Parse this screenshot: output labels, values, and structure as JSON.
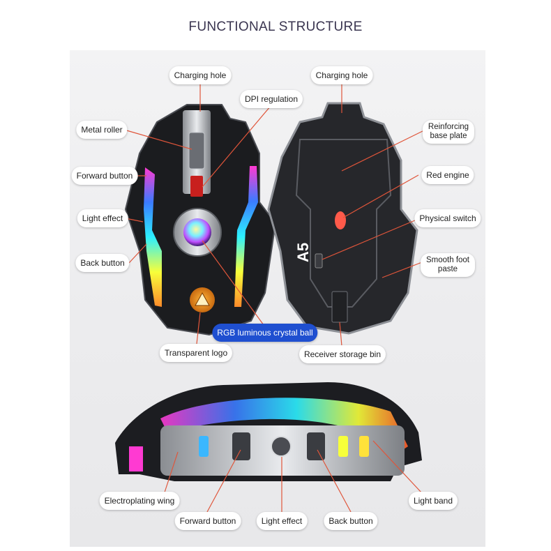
{
  "title": "FUNCTIONAL STRUCTURE",
  "top_view_labels": {
    "charging_hole": "Charging hole",
    "dpi_regulation": "DPI regulation",
    "metal_roller": "Metal roller",
    "forward_button": "Forward button",
    "light_effect": "Light effect",
    "back_button": "Back button",
    "rgb_ball": "RGB luminous crystal ball",
    "transparent_logo": "Transparent logo"
  },
  "bottom_view_labels": {
    "charging_hole": "Charging hole",
    "reinforcing_line1": "Reinforcing",
    "reinforcing_line2": "base plate",
    "red_engine": "Red engine",
    "physical_switch": "Physical switch",
    "smooth_foot_line1": "Smooth foot",
    "smooth_foot_line2": "paste",
    "receiver_bin": "Receiver storage bin",
    "model_mark": "A5"
  },
  "side_view_labels": {
    "electroplating_wing": "Electroplating wing",
    "forward_button": "Forward button",
    "light_effect": "Light effect",
    "back_button": "Back button",
    "light_band": "Light band"
  },
  "colors": {
    "title": "#3a3550",
    "pointer_line": "#e0553a",
    "highlight_label": "#1f4fd0"
  }
}
